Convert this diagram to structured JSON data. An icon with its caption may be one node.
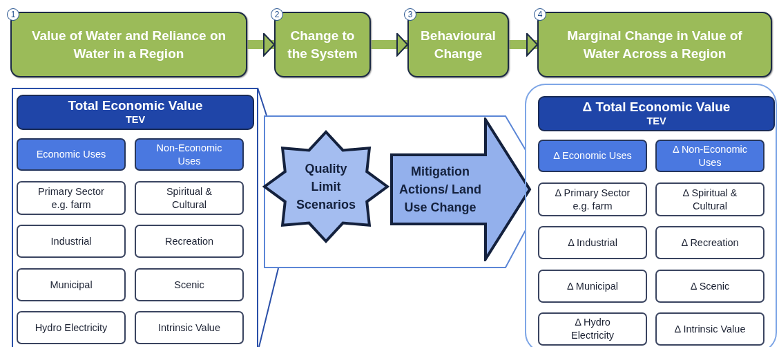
{
  "diagram": {
    "nodes": [
      {
        "text": [
          "1",
          "Value of Water and Reliance on Water in a Region"
        ]
      },
      {
        "text": [
          "2",
          "Change to the System"
        ]
      },
      {
        "text": [
          "3",
          "Behavioural Change"
        ]
      },
      {
        "text": [
          "4",
          "Marginal Change in Value of Water Across a Region"
        ]
      },
      {
        "text": [],
        "shape": "box"
      },
      {
        "text": [
          "Total Economic Value",
          "TEV"
        ],
        "in": 4
      },
      {
        "text": [
          "Economic Uses"
        ],
        "in": 4
      },
      {
        "text": [
          "Non-Economic Uses"
        ],
        "in": 4
      },
      {
        "text": [
          "Primary Sector e.g. farm"
        ],
        "in": 4
      },
      {
        "text": [
          "Spiritual & Cultural"
        ],
        "in": 4
      },
      {
        "text": [
          "Industrial"
        ],
        "in": 4
      },
      {
        "text": [
          "Recreation"
        ],
        "in": 4
      },
      {
        "text": [
          "Municipal"
        ],
        "in": 4
      },
      {
        "text": [
          "Scenic"
        ],
        "in": 4
      },
      {
        "text": [
          "Hydro Electricity"
        ],
        "in": 4
      },
      {
        "text": [
          "Intrinsic Value"
        ],
        "in": 4
      },
      {
        "text": [],
        "shape": "box"
      },
      {
        "text": [
          "Quality Limit Scenarios"
        ],
        "in": 16
      },
      {
        "text": [
          "Mitigation Actions/ Land Use Change"
        ],
        "in": 16
      },
      {
        "text": [],
        "shape": "box"
      },
      {
        "text": [
          "Δ Total Economic Value",
          "TEV"
        ],
        "in": 19
      },
      {
        "text": [
          "Δ Economic Uses"
        ],
        "in": 19
      },
      {
        "text": [
          "Δ Non-Economic Uses"
        ],
        "in": 19
      },
      {
        "text": [
          "Δ Primary Sector e.g. farm"
        ],
        "in": 19
      },
      {
        "text": [
          "Δ Spiritual & Cultural"
        ],
        "in": 19
      },
      {
        "text": [
          "Δ Industrial"
        ],
        "in": 19
      },
      {
        "text": [
          "Δ Recreation"
        ],
        "in": 19
      },
      {
        "text": [
          "Δ Municipal"
        ],
        "in": 19
      },
      {
        "text": [
          "Δ Scenic"
        ],
        "in": 19
      },
      {
        "text": [
          "Δ Hydro Electricity"
        ],
        "in": 19
      },
      {
        "text": [
          "Δ Intrinsic Value"
        ],
        "in": 19
      }
    ],
    "edges": [
      {
        "from": 0,
        "to": 1,
        "arrow": "to"
      },
      {
        "from": 1,
        "to": 2,
        "arrow": "to"
      },
      {
        "from": 2,
        "to": 3,
        "arrow": "to"
      }
    ]
  }
}
